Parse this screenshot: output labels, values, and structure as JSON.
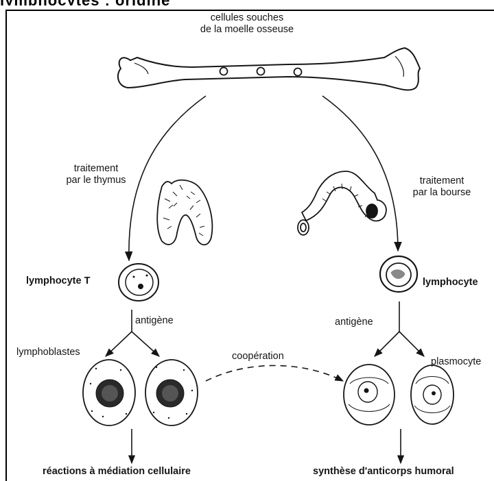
{
  "header": {
    "cut_title": "lymphocytes : origine"
  },
  "labels": {
    "stem_cells_line1": "cellules souches",
    "stem_cells_line2": "de la moelle osseuse",
    "thymus_line1": "traitement",
    "thymus_line2": "par le thymus",
    "bursa_line1": "traitement",
    "bursa_line2": "par la bourse",
    "lymphocyte_t": "lymphocyte T",
    "lymphocyte_b": "lymphocyte",
    "antigen_left": "antigène",
    "antigen_right": "antigène",
    "lymphoblasts": "lymphoblastes",
    "plasmocytes": "plasmocyte",
    "cooperation": "coopération",
    "cellular_reactions": "réactions à médiation cellulaire",
    "antibody_synthesis": "synthèse d'anticorps humoral"
  },
  "colors": {
    "ink": "#151515",
    "paper": "#ffffff"
  }
}
